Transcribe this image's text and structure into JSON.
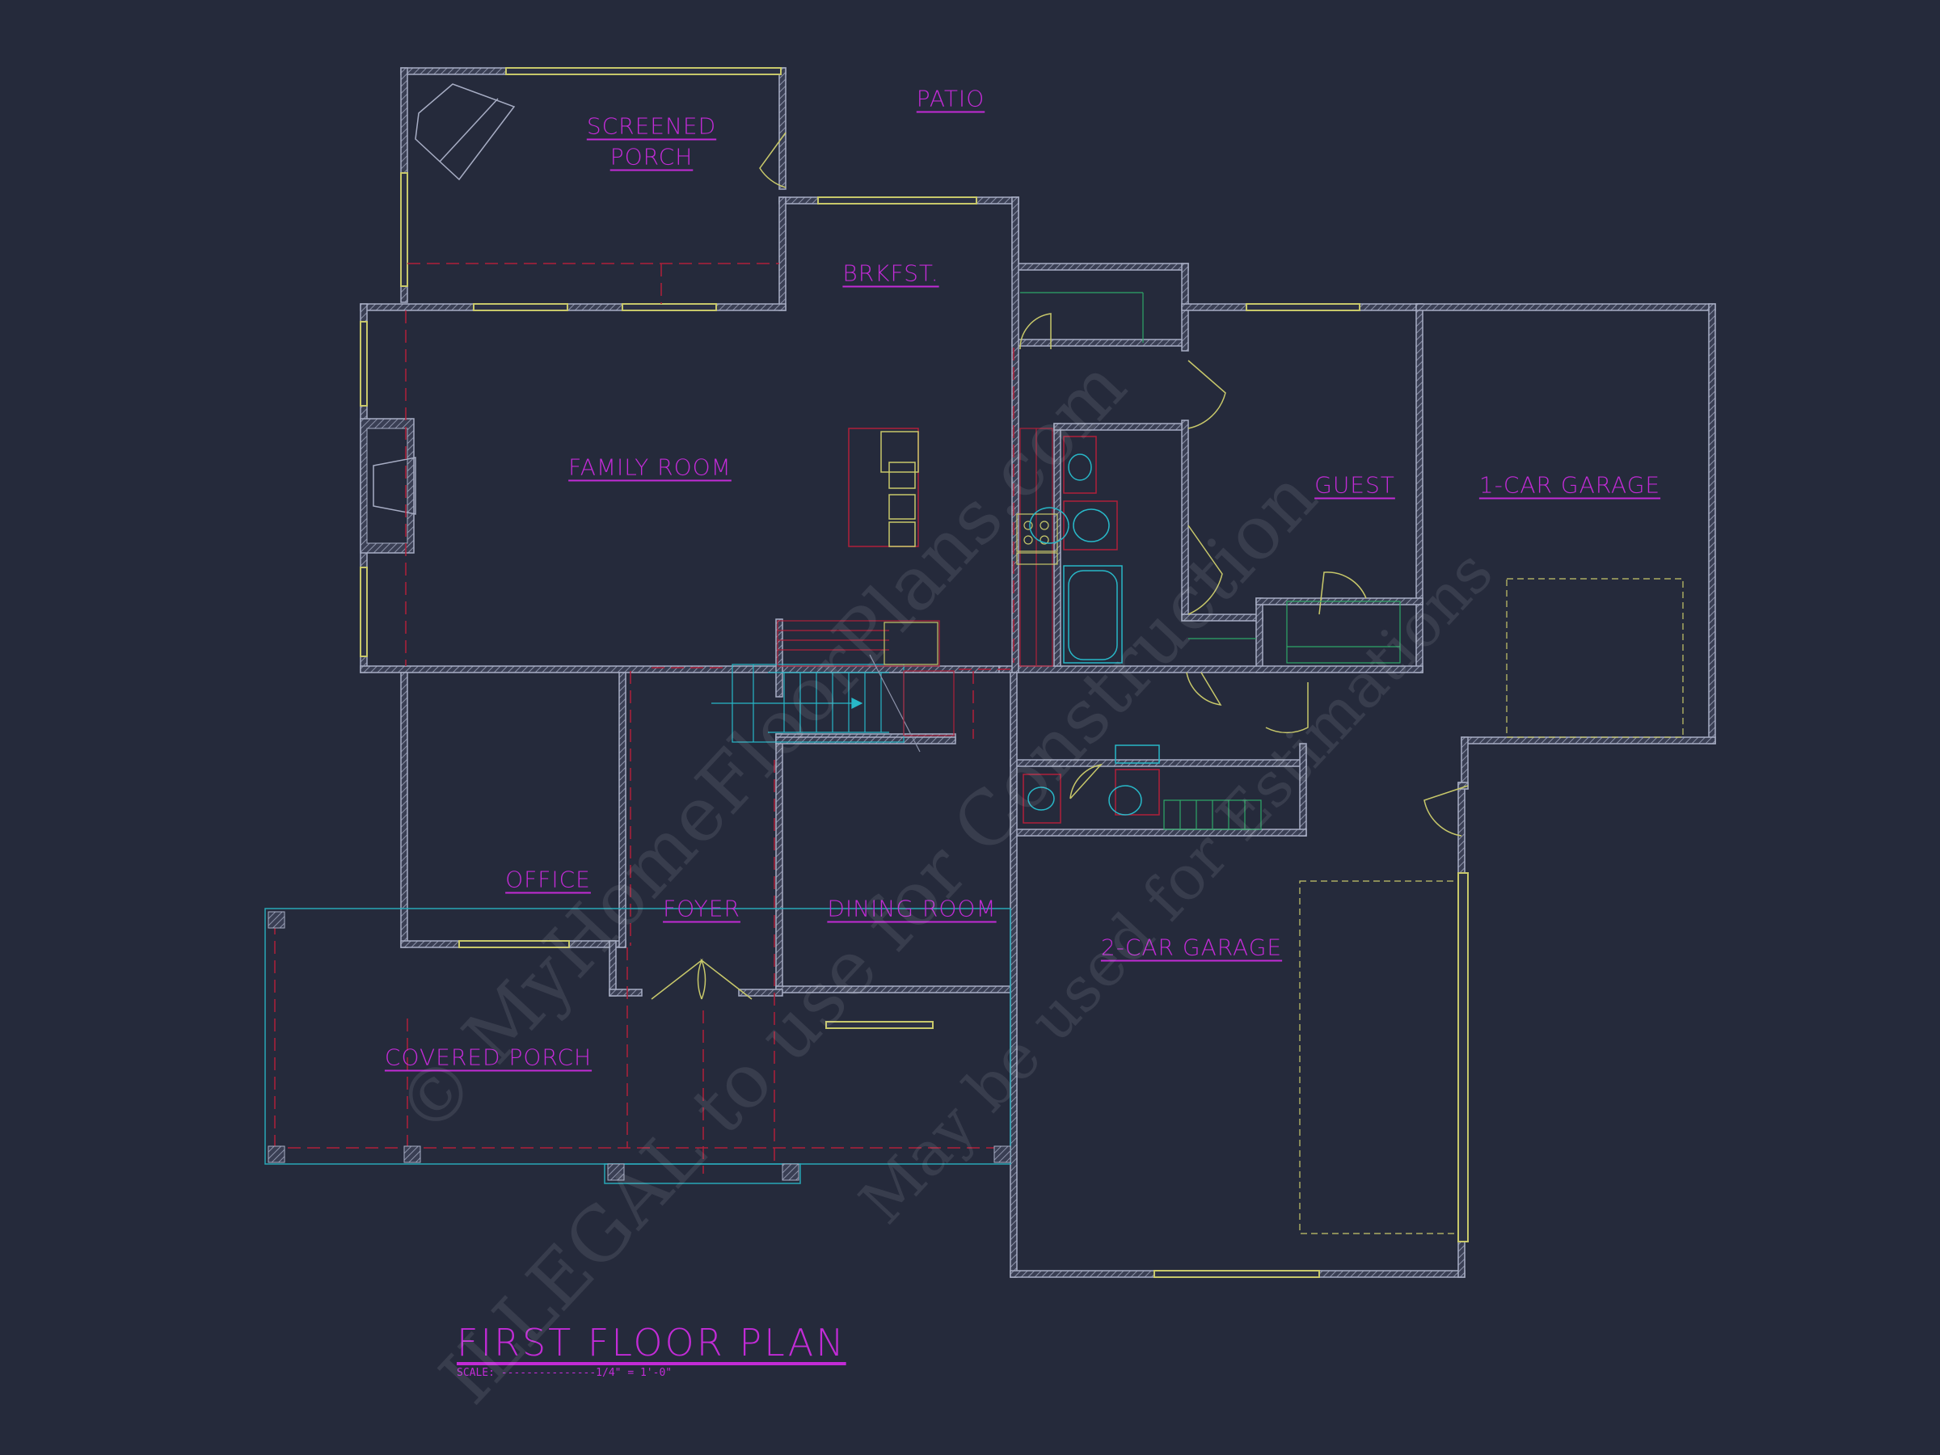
{
  "plan": {
    "title": "FIRST FLOOR PLAN",
    "scale_text": "SCALE: ---------------1/4\" = 1'-0\""
  },
  "rooms": {
    "patio": "PATIO",
    "screened_porch_line1": "SCREENED",
    "screened_porch_line2": "PORCH",
    "brkfst": "BRKFST.",
    "family_room": "FAMILY ROOM",
    "guest": "GUEST",
    "one_car_garage": "1-CAR GARAGE",
    "office": "OFFICE",
    "foyer": "FOYER",
    "dining_room": "DINING ROOM",
    "two_car_garage": "2-CAR GARAGE",
    "covered_porch": "COVERED PORCH"
  },
  "watermark": {
    "line1": "© MyHomeFloorPlans.com",
    "line2": "ILLEGAL to use for Construction",
    "line3": "May be used for Estimations"
  },
  "colors": {
    "background": "#252a3b",
    "wall": "#9aa0b8",
    "label": "#c22bd6",
    "window": "#c8c86a",
    "dashed": "#b0203a",
    "fixture": "#28b8c8",
    "cabinet": "#d0b050"
  }
}
